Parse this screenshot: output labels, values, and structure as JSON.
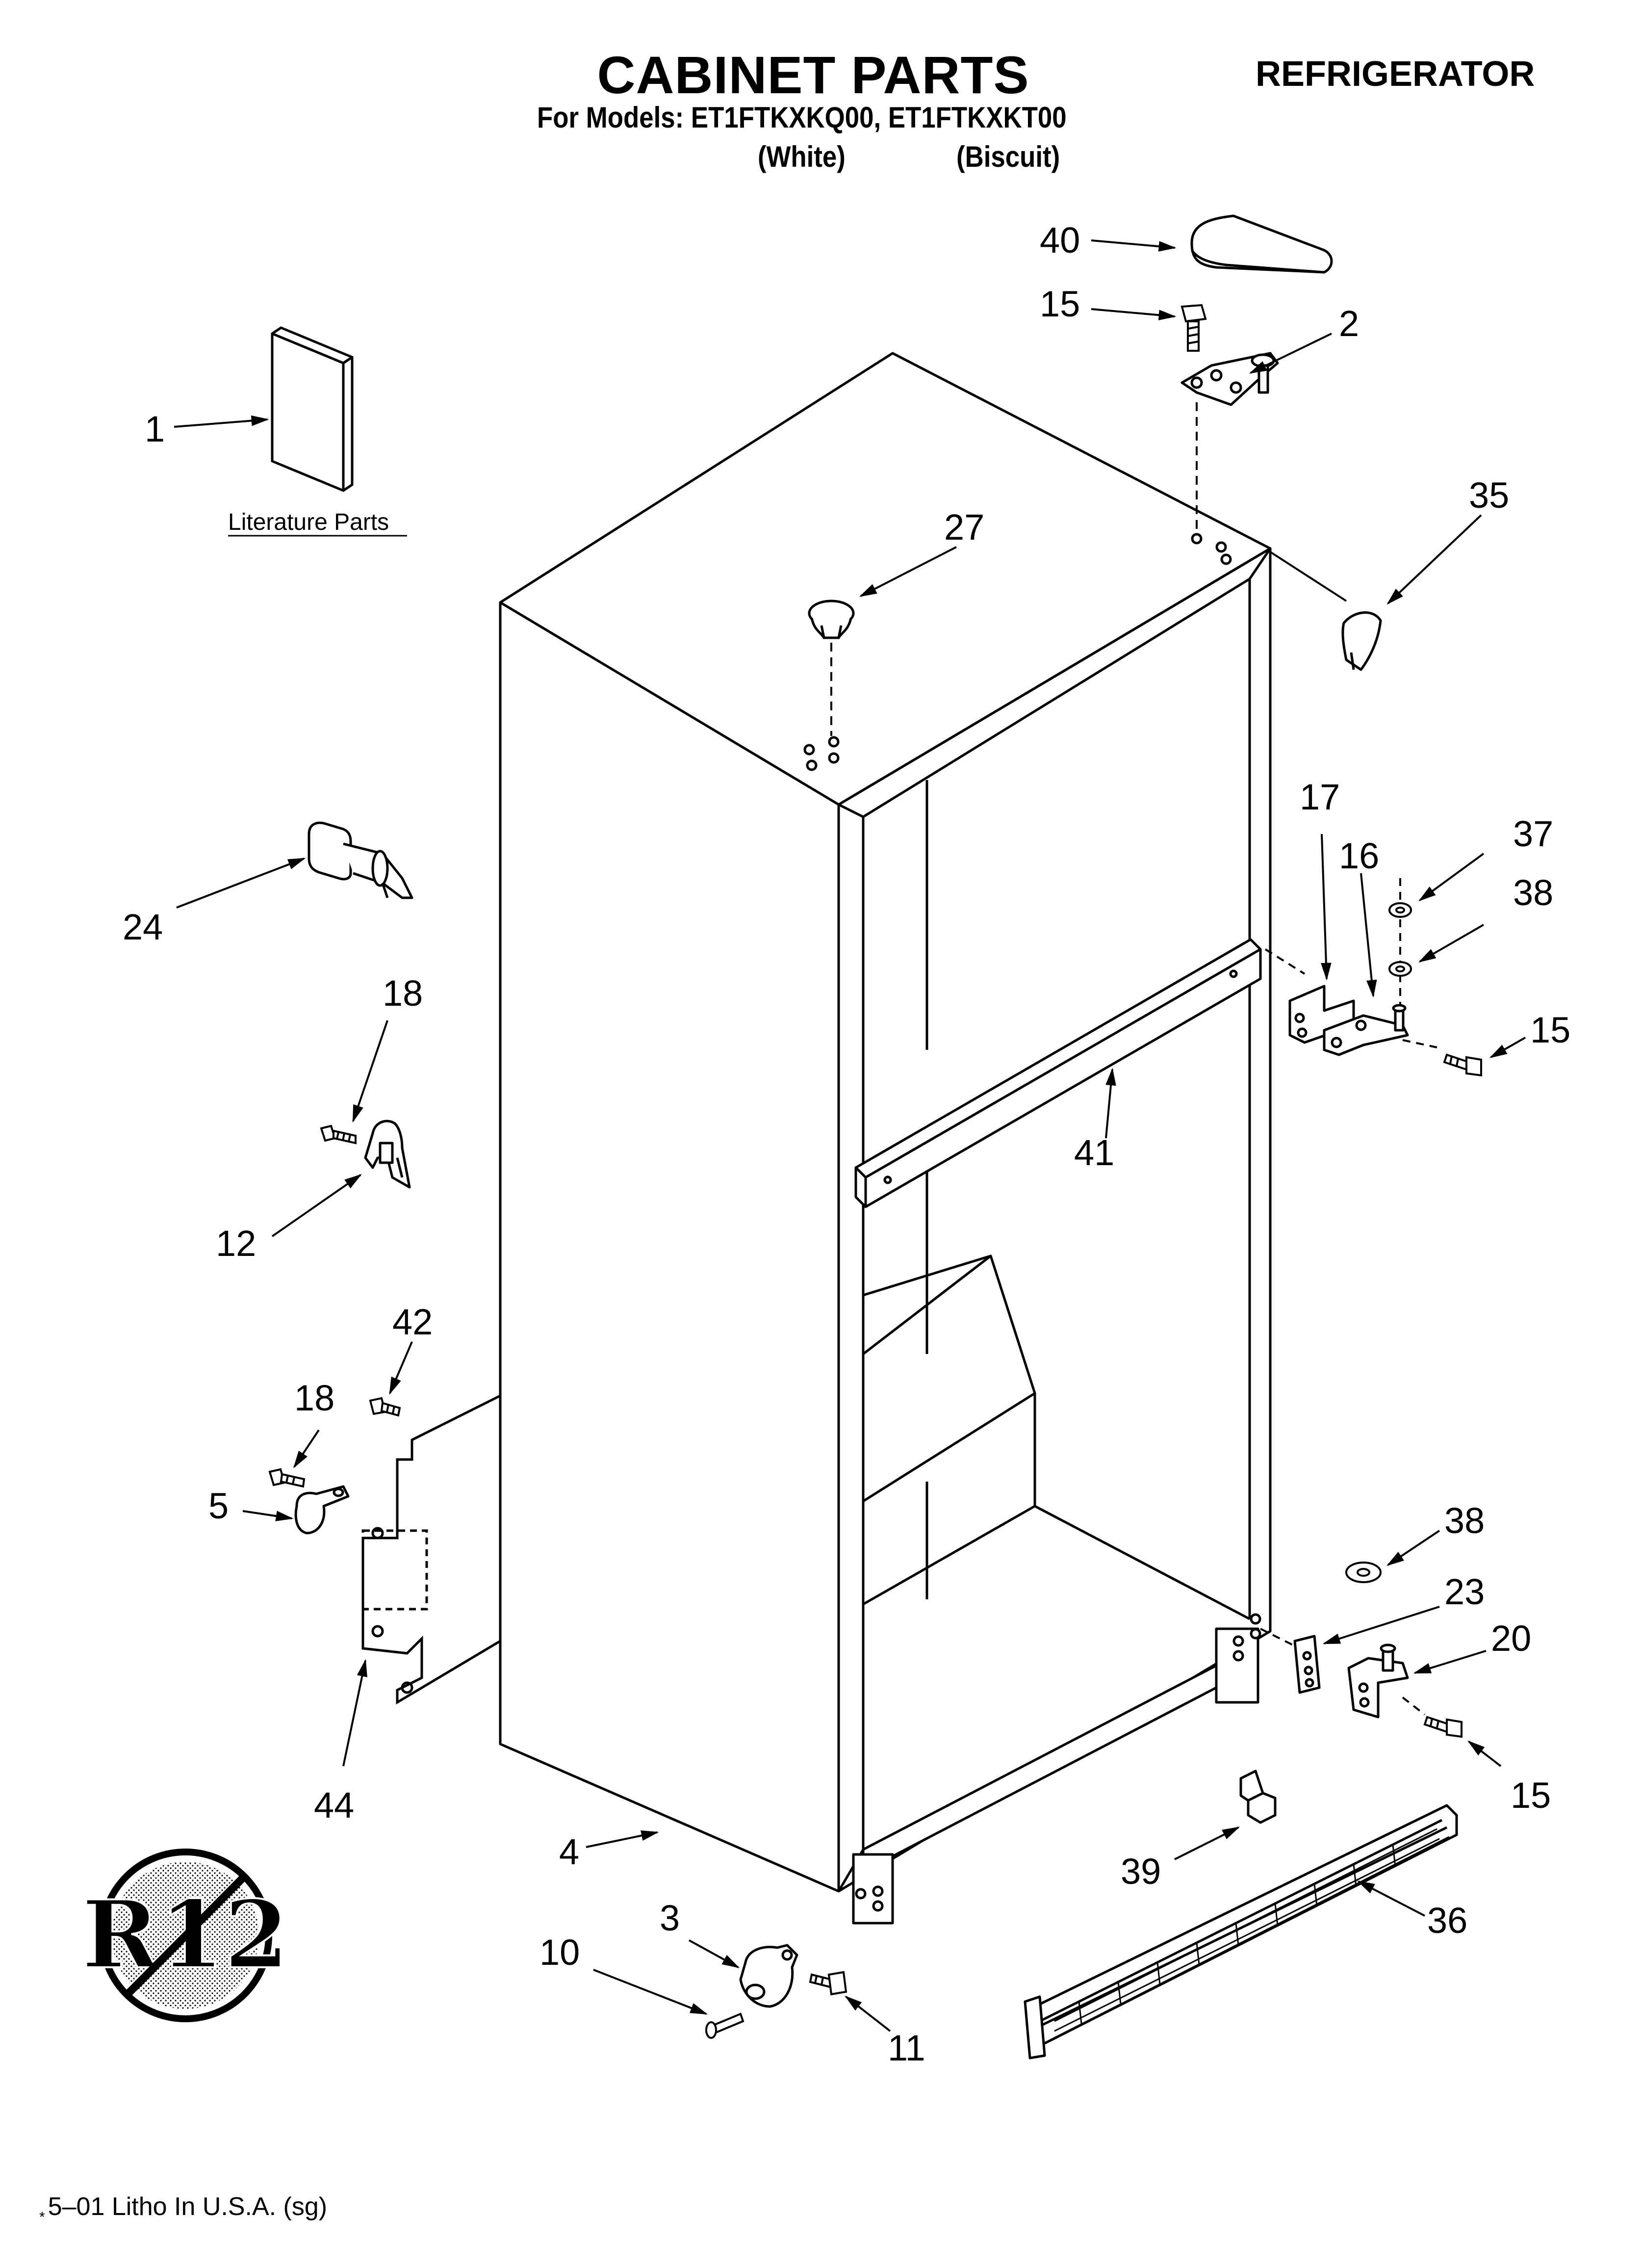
{
  "header": {
    "title": "CABINET PARTS",
    "appliance": "REFRIGERATOR",
    "models": "For Models: ET1FTKXKQ00, ET1FTKXKT00",
    "color_white": "(White)",
    "color_biscuit": "(Biscuit)"
  },
  "literature_label": "Literature Parts",
  "r12_symbol": "R12",
  "footer": {
    "mark": "*",
    "text": "5–01 Litho In U.S.A. (sg)"
  },
  "callouts": [
    {
      "id": "1",
      "text": "1"
    },
    {
      "id": "2",
      "text": "2"
    },
    {
      "id": "3",
      "text": "3"
    },
    {
      "id": "4",
      "text": "4"
    },
    {
      "id": "5",
      "text": "5"
    },
    {
      "id": "10",
      "text": "10"
    },
    {
      "id": "11",
      "text": "11"
    },
    {
      "id": "12",
      "text": "12"
    },
    {
      "id": "15a",
      "text": "15"
    },
    {
      "id": "15b",
      "text": "15"
    },
    {
      "id": "15c",
      "text": "15"
    },
    {
      "id": "16",
      "text": "16"
    },
    {
      "id": "17",
      "text": "17"
    },
    {
      "id": "18a",
      "text": "18"
    },
    {
      "id": "18b",
      "text": "18"
    },
    {
      "id": "20",
      "text": "20"
    },
    {
      "id": "23",
      "text": "23"
    },
    {
      "id": "24",
      "text": "24"
    },
    {
      "id": "27",
      "text": "27"
    },
    {
      "id": "35",
      "text": "35"
    },
    {
      "id": "36",
      "text": "36"
    },
    {
      "id": "37",
      "text": "37"
    },
    {
      "id": "38a",
      "text": "38"
    },
    {
      "id": "38b",
      "text": "38"
    },
    {
      "id": "39",
      "text": "39"
    },
    {
      "id": "40",
      "text": "40"
    },
    {
      "id": "41",
      "text": "41"
    },
    {
      "id": "42",
      "text": "42"
    },
    {
      "id": "44",
      "text": "44"
    }
  ]
}
